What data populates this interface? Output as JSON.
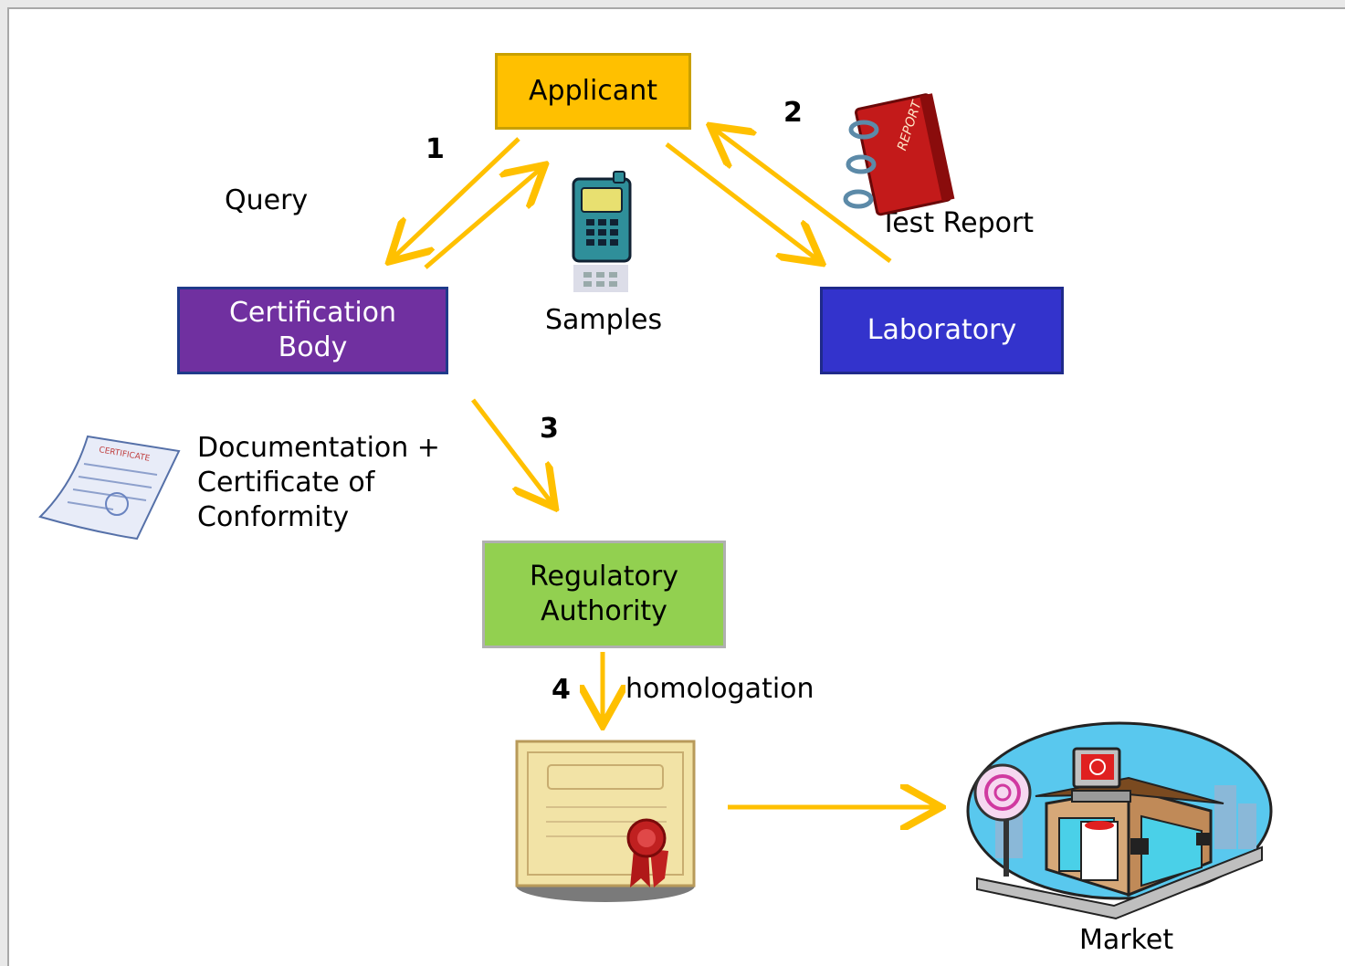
{
  "nodes": {
    "applicant": "Applicant",
    "certification_body_line1": "Certification",
    "certification_body_line2": "Body",
    "laboratory": "Laboratory",
    "regulatory_line1": "Regulatory",
    "regulatory_line2": "Authority"
  },
  "labels": {
    "query": "Query",
    "samples": "Samples",
    "test_report": "Test Report",
    "documentation_line1": "Documentation +",
    "documentation_line2": "Certificate of",
    "documentation_line3": "Conformity",
    "homologation": "homologation",
    "market": "Market"
  },
  "steps": {
    "step1": "1",
    "step2": "2",
    "step3": "3",
    "step4": "4"
  },
  "images": {
    "report_binder_text": "REPORT",
    "certificate_doc_text": "CERTIFICATE"
  },
  "colors": {
    "arrow": "#ffc000",
    "applicant_fill": "#ffc000",
    "certification_fill": "#7030a0",
    "laboratory_fill": "#3333cc",
    "regulatory_fill": "#92d050"
  }
}
